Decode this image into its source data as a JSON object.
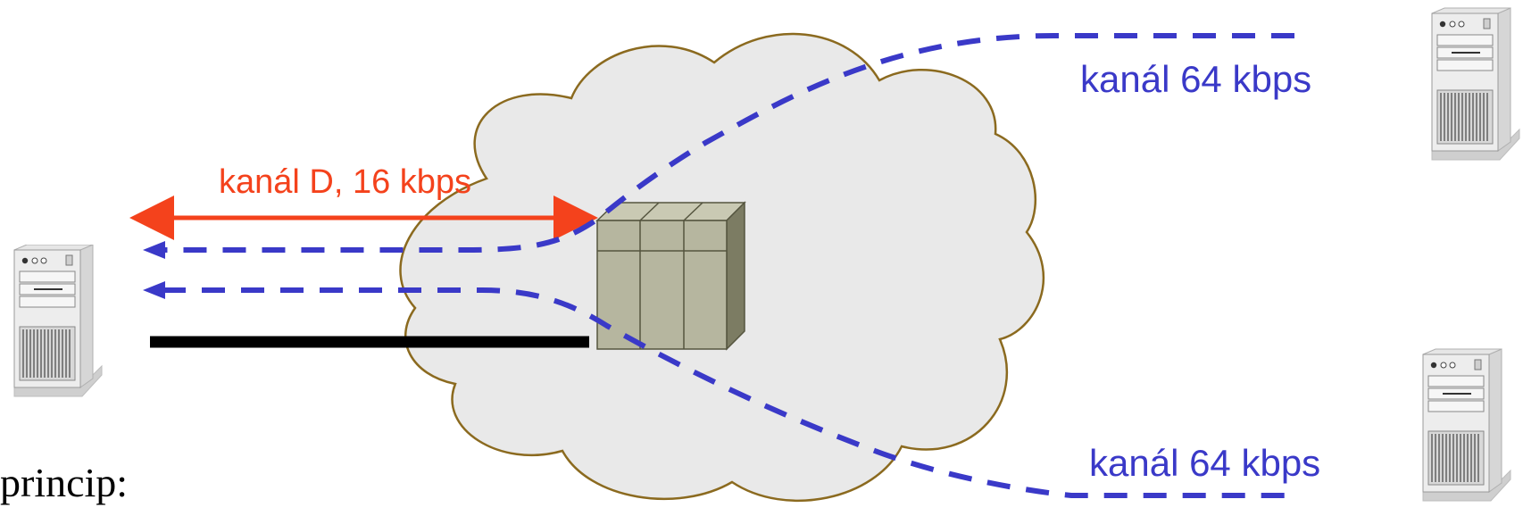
{
  "labels": {
    "d_channel": "kanál D, 16 kbps",
    "b_channel_top": "kanál 64 kbps",
    "b_channel_bottom": "kanál 64 kbps",
    "principle": "princip:"
  },
  "colors": {
    "d_channel": "#f4421c",
    "b_channel": "#3a39c8",
    "physical_line": "#000000",
    "cloud_fill": "#e9e9e9",
    "cloud_stroke": "#8b6a1f",
    "switch_front": "#b6b69f",
    "switch_top": "#c9c9b3",
    "switch_side": "#7c7c63"
  },
  "icons": {
    "left_terminal": "server-tower-icon",
    "right_top_terminal": "server-tower-icon",
    "right_bottom_terminal": "server-tower-icon",
    "network": "cloud-icon",
    "exchange": "switch-box-icon"
  }
}
